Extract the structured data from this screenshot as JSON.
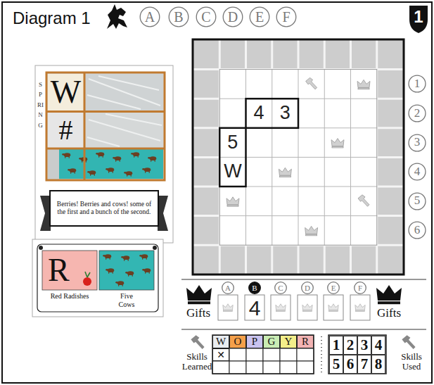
{
  "diagram": {
    "title": "Diagram 1",
    "nodes": [
      {
        "text": [
          "SPRING"
        ]
      },
      {
        "text": [
          "W"
        ],
        "in": 0
      },
      {
        "text": [
          "#"
        ],
        "in": 0
      },
      {
        "text": [
          "Berries! Berries and cows! some of the first and a bunch of the second."
        ],
        "in": 0
      },
      {
        "text": [
          "R",
          "Red Radishes"
        ]
      },
      {
        "text": [
          "Five Cows"
        ]
      },
      {
        "text": [
          "1"
        ]
      },
      {
        "text": [
          "A"
        ]
      },
      {
        "text": [
          "B"
        ]
      },
      {
        "text": [
          "C"
        ]
      },
      {
        "text": [
          "D"
        ]
      },
      {
        "text": [
          "E"
        ]
      },
      {
        "text": [
          "F"
        ]
      },
      {
        "text": [
          "1"
        ]
      },
      {
        "text": [
          "2"
        ]
      },
      {
        "text": [
          "3"
        ]
      },
      {
        "text": [
          "4"
        ]
      },
      {
        "text": [
          "5"
        ]
      },
      {
        "text": [
          "6"
        ]
      },
      {
        "text": [
          "4"
        ]
      },
      {
        "text": [
          "3"
        ]
      },
      {
        "text": [
          "5"
        ]
      },
      {
        "text": [
          "W"
        ]
      },
      {
        "text": [
          "A"
        ]
      },
      {
        "text": [
          "B"
        ]
      },
      {
        "text": [
          "C"
        ]
      },
      {
        "text": [
          "D"
        ]
      },
      {
        "text": [
          "E"
        ]
      },
      {
        "text": [
          "F"
        ]
      },
      {
        "text": [
          "4"
        ]
      },
      {
        "text": [
          "W"
        ]
      },
      {
        "text": [
          "O"
        ]
      },
      {
        "text": [
          "P"
        ]
      },
      {
        "text": [
          "G"
        ]
      },
      {
        "text": [
          "Y"
        ]
      },
      {
        "text": [
          "R"
        ]
      },
      {
        "text": [
          "✕"
        ]
      },
      {
        "text": [
          "1"
        ]
      },
      {
        "text": [
          "2"
        ]
      },
      {
        "text": [
          "3"
        ]
      },
      {
        "text": [
          "4"
        ]
      },
      {
        "text": [
          "5"
        ]
      },
      {
        "text": [
          "6"
        ]
      },
      {
        "text": [
          "7"
        ]
      },
      {
        "text": [
          "8"
        ]
      }
    ],
    "labels": [
      "Gifts",
      "Gifts",
      "Skills Learned",
      "Skills Used"
    ]
  }
}
